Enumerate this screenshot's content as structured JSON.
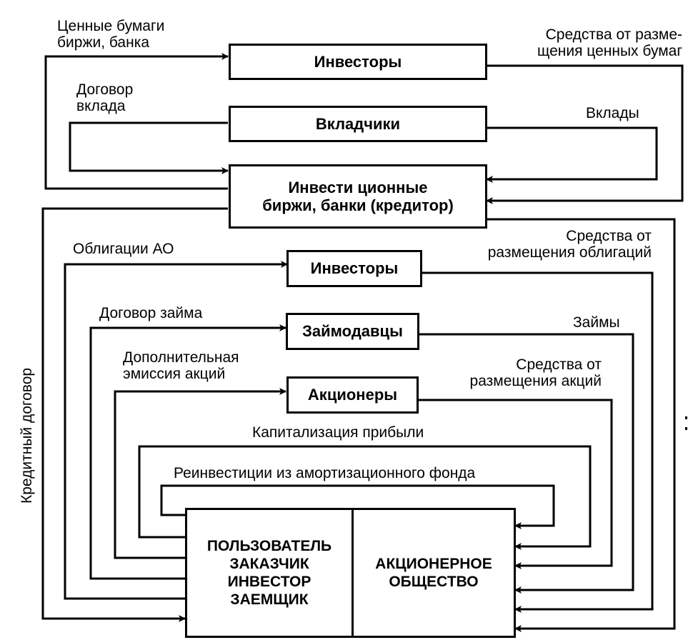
{
  "boxes": {
    "investors_top": "Инвесторы",
    "depositors": "Вкладчики",
    "exchanges_banks_line1": "Инвести ционные",
    "exchanges_banks_line2": "биржи, банки (кредитор)",
    "investors_bonds": "Инвесторы",
    "lenders": "Займодавцы",
    "shareholders": "Акционеры",
    "user_lines": [
      "ПОЛЬЗОВАТЕЛЬ",
      "ЗАКАЗЧИК",
      "ИНВЕСТОР",
      "ЗАЕМЩИК"
    ],
    "jsc_lines": [
      "АКЦИОНЕРНОЕ",
      "ОБЩЕСТВО"
    ]
  },
  "flows": {
    "securities_line1": "Ценные бумаги",
    "securities_line2": "биржи, банка",
    "proceeds_securities_line1": "Средства от разме-",
    "proceeds_securities_line2": "щения ценных бумаг",
    "deposit_contract_line1": "Договор",
    "deposit_contract_line2": "вклада",
    "deposits": "Вклады",
    "bonds": "Облигации АО",
    "proceeds_bonds_line1": "Средства от",
    "proceeds_bonds_line2": "размещения облигаций",
    "loan_agreement": "Договор займа",
    "loans": "Займы",
    "additional_issue_line1": "Дополнительная",
    "additional_issue_line2": "эмиссия акций",
    "proceeds_shares_line1": "Средства от",
    "proceeds_shares_line2": "размещения акций",
    "profit_capitalization": "Капитализация прибыли",
    "reinvestment": "Реинвестиции из амортизационного фонда",
    "credit_agreement": "Кредитный договор"
  }
}
